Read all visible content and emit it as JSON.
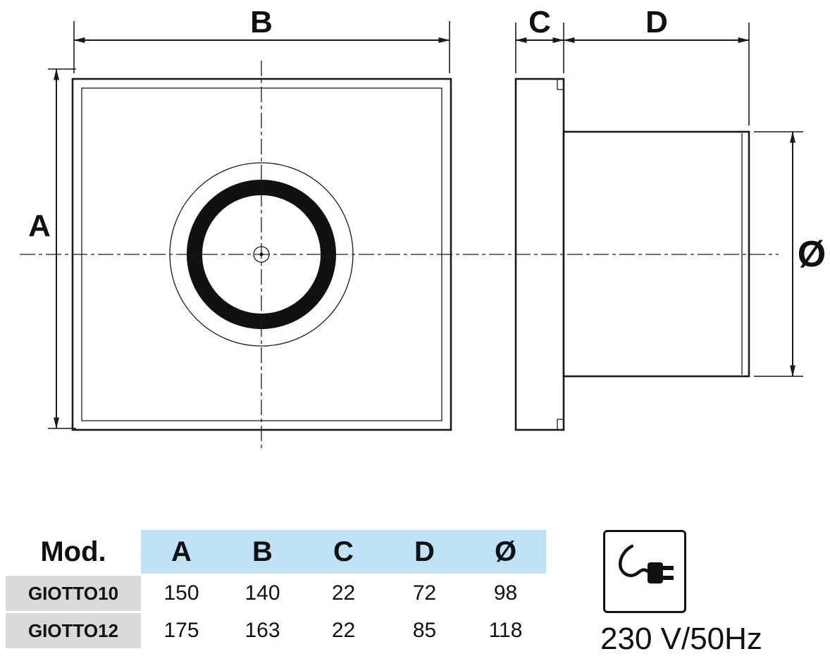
{
  "drawing": {
    "labels": {
      "a": "A",
      "b": "B",
      "c": "C",
      "d": "D",
      "diameter": "Ø"
    }
  },
  "table": {
    "header": {
      "model": "Mod.",
      "cols": [
        "A",
        "B",
        "C",
        "D",
        "Ø"
      ]
    },
    "rows": [
      {
        "model": "GIOTTO10",
        "values": [
          "150",
          "140",
          "22",
          "72",
          "98"
        ]
      },
      {
        "model": "GIOTTO12",
        "values": [
          "175",
          "163",
          "22",
          "85",
          "118"
        ]
      }
    ],
    "colors": {
      "header_bg": "#bfe2f7",
      "model_bg": "#d9d9d9"
    }
  },
  "power": {
    "rating": "230 V/50Hz"
  }
}
